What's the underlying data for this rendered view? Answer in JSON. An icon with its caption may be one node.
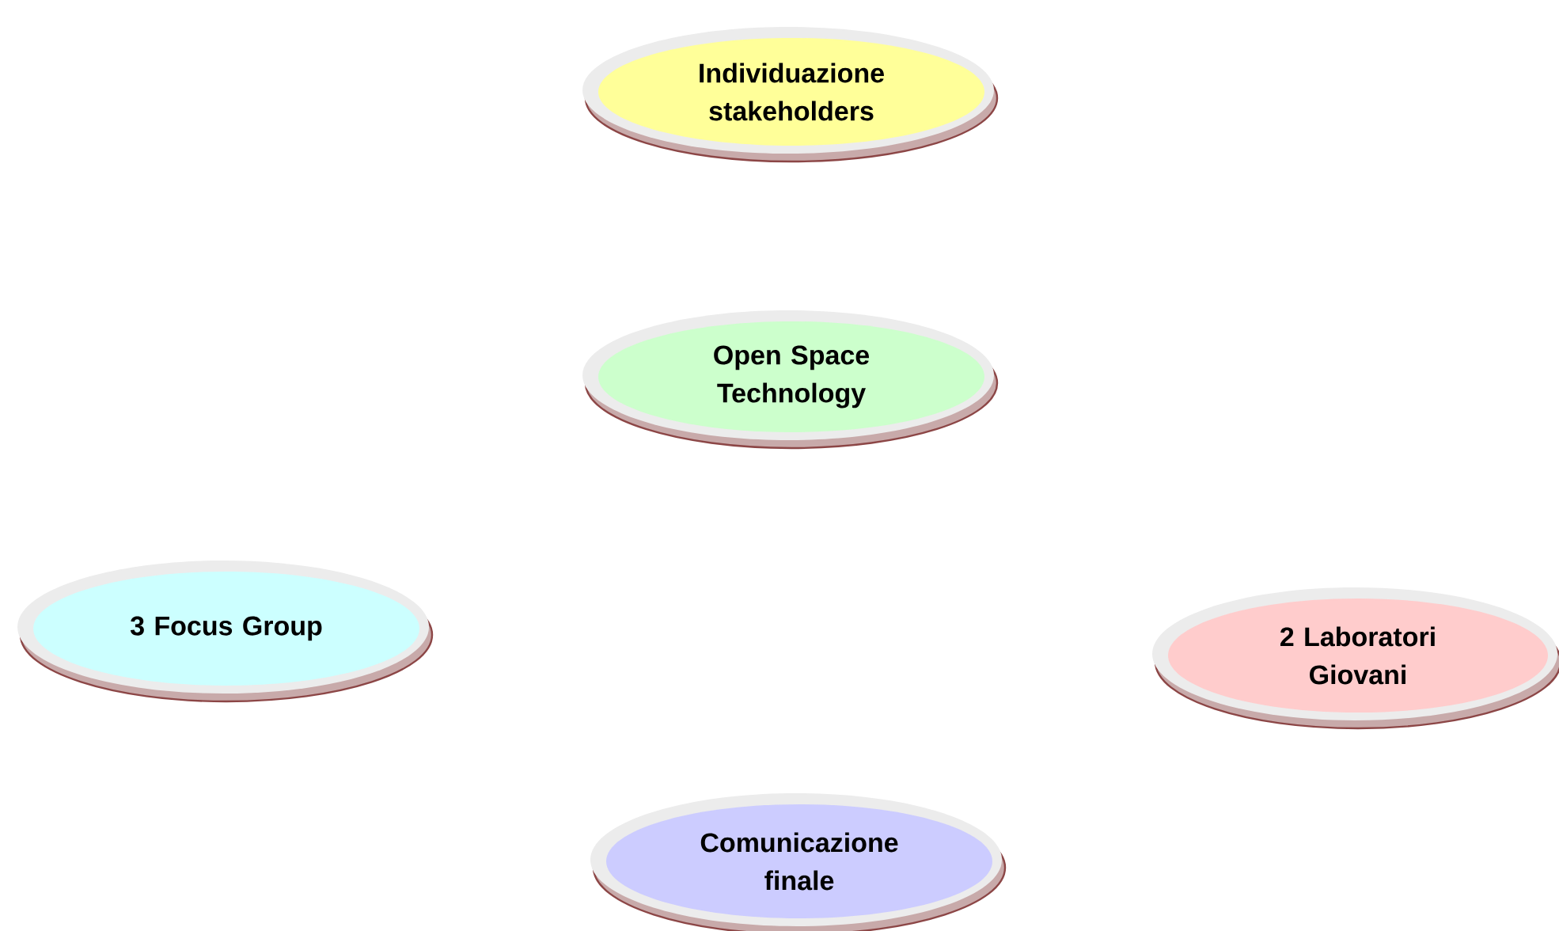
{
  "diagram": {
    "nodes": [
      {
        "text": [
          "Individuazione stakeholders"
        ]
      },
      {
        "text": [
          "Open Space Technology"
        ]
      },
      {
        "text": [
          "3 Focus Group"
        ]
      },
      {
        "text": [
          "2 Laboratori Giovani"
        ]
      },
      {
        "text": [
          "Comunicazione finale"
        ]
      }
    ]
  }
}
